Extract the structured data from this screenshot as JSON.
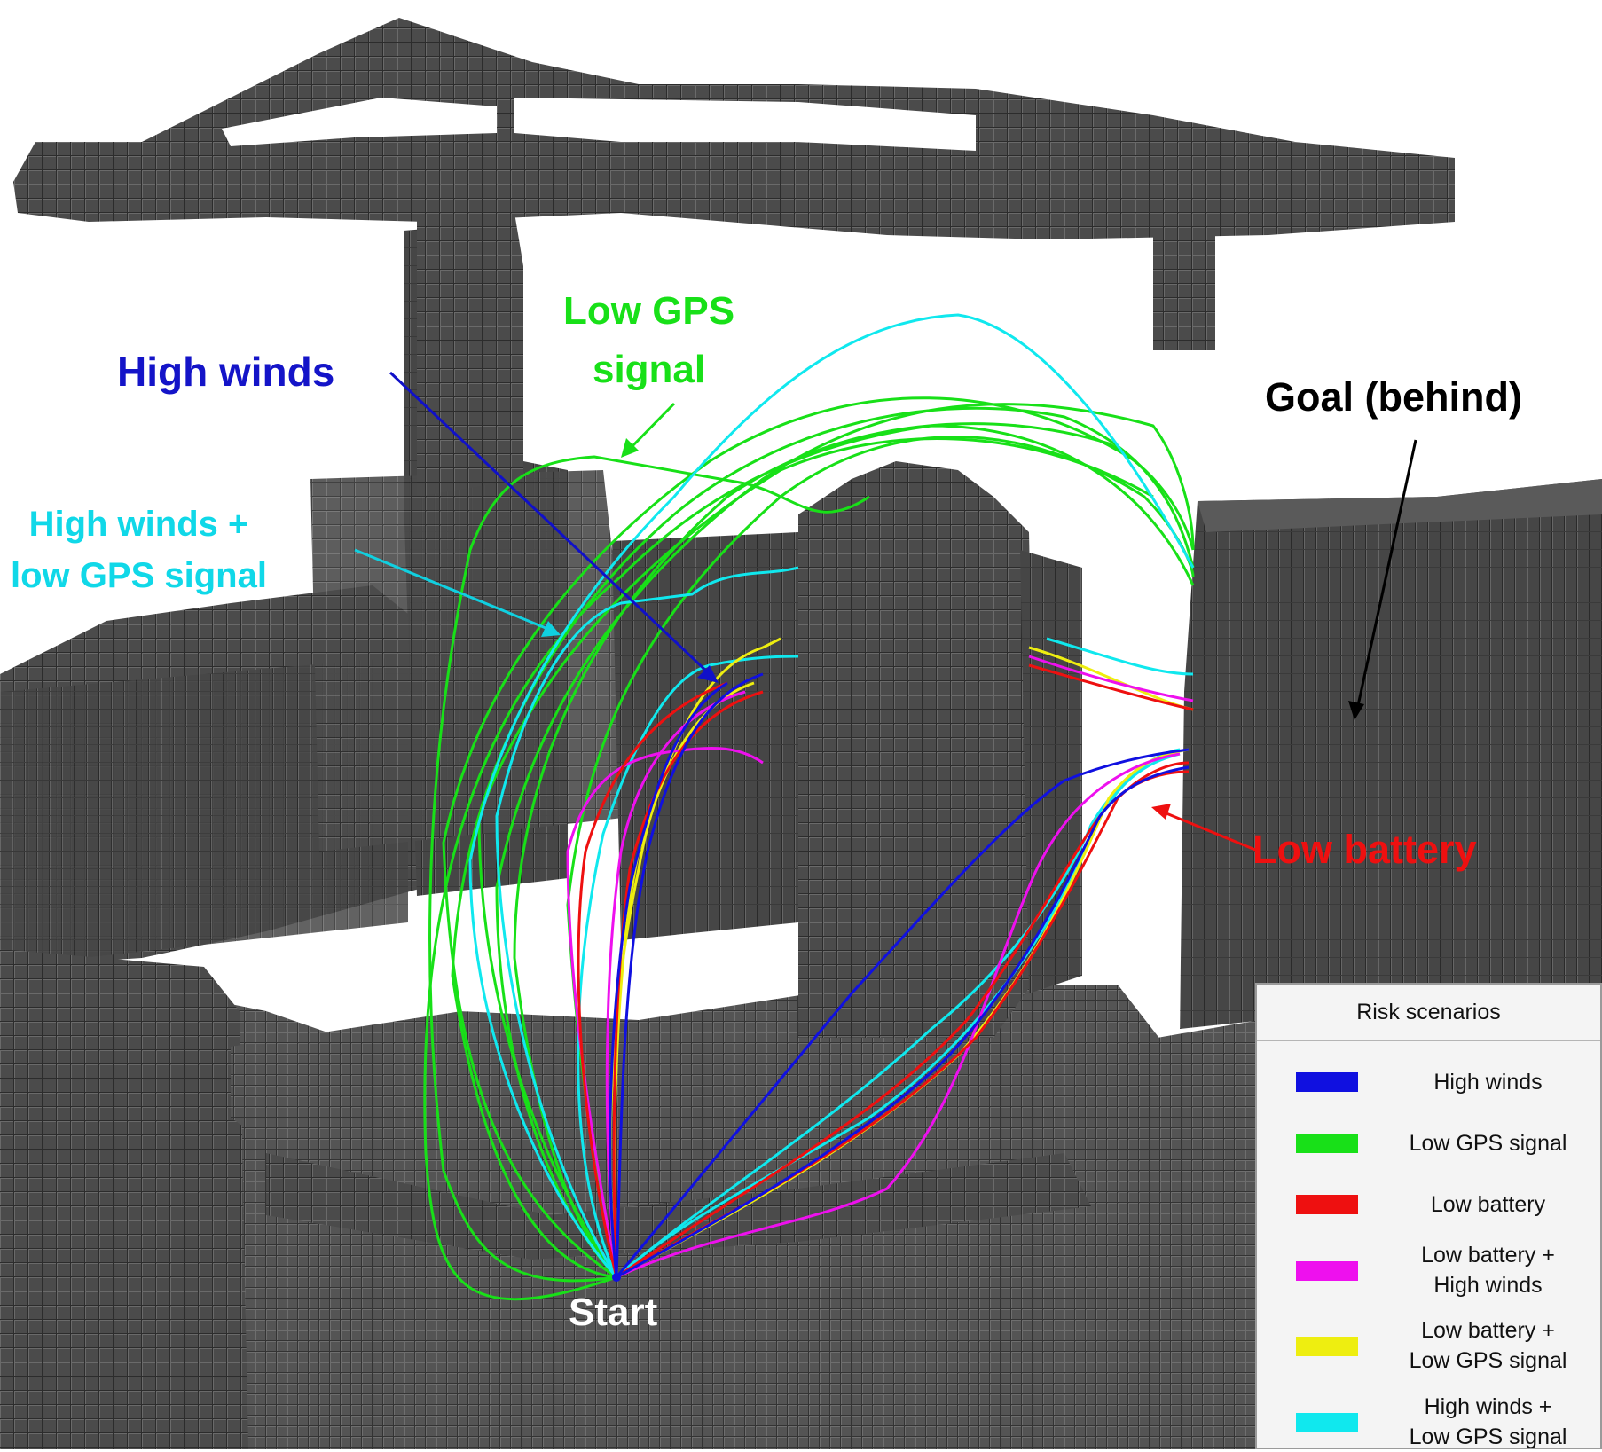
{
  "annotations": {
    "high_winds": "High winds",
    "low_gps_line1": "Low GPS",
    "low_gps_line2": "signal",
    "high_winds_low_gps_line1": "High winds +",
    "high_winds_low_gps_line2": "low GPS signal",
    "goal": "Goal (behind)",
    "low_battery": "Low battery",
    "start": "Start"
  },
  "legend": {
    "title": "Risk scenarios",
    "items": [
      {
        "label": "High winds",
        "color": "#1010e0"
      },
      {
        "label": "Low GPS signal",
        "color": "#18e018"
      },
      {
        "label": "Low battery",
        "color": "#ee1010"
      },
      {
        "label": "Low battery +\nHigh winds",
        "color": "#ee10ee"
      },
      {
        "label": "Low battery +\nLow GPS signal",
        "color": "#eeee10"
      },
      {
        "label": "High winds +\nLow GPS signal",
        "color": "#10e8ee"
      }
    ]
  },
  "colors": {
    "high_winds": "#1010e0",
    "low_gps": "#18e018",
    "low_battery": "#ee1010",
    "low_battery_high_winds": "#ee10ee",
    "low_battery_low_gps": "#eeee10",
    "high_winds_low_gps": "#10e8ee",
    "goal_text": "#000000",
    "start_text": "#ffffff",
    "voxel": "#4a4a4a"
  }
}
